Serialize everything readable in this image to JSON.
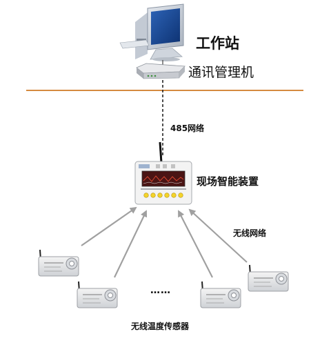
{
  "nodes": {
    "workstation": {
      "label": "工作站",
      "icon": "computer-icon"
    },
    "router": {
      "label": "通讯管理机",
      "icon": "router-icon"
    },
    "device": {
      "label": "现场智能装置",
      "icon": "controller-icon"
    },
    "sensors": {
      "label": "无线温度传感器",
      "icon": "sensor-icon",
      "ellipsis": "……"
    }
  },
  "links": {
    "network": {
      "label": "485网络"
    },
    "wireless": {
      "label": "无线网络"
    }
  },
  "colors": {
    "divider": "#d58a3f",
    "arrow": "#9b9b9b",
    "screen": "#d6452f",
    "button": "#f4d42a"
  }
}
